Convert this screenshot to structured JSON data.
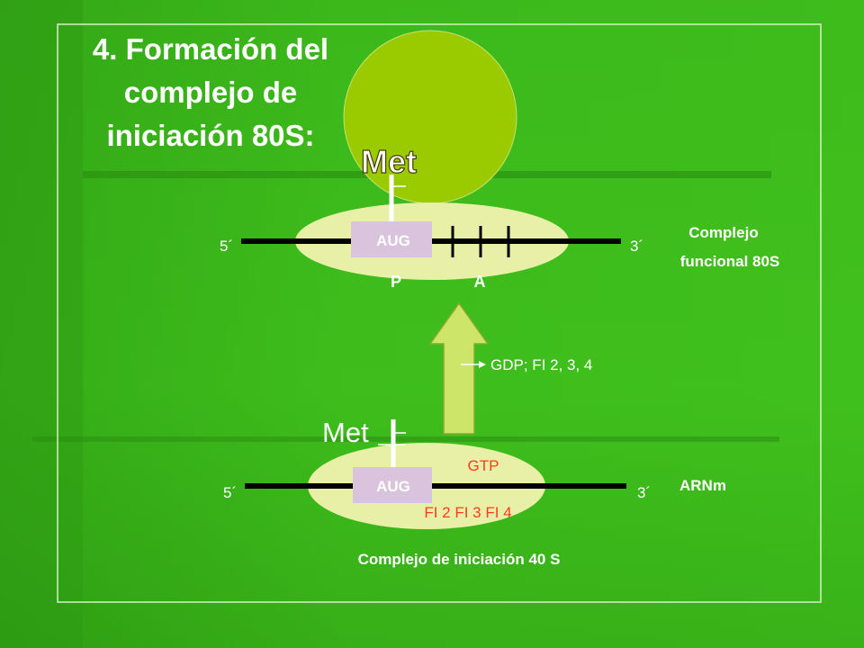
{
  "title_lines": [
    "4. Formación del",
    "complejo de",
    "iniciación 80S:"
  ],
  "top_complex": {
    "met": "Met",
    "codon": "AUG",
    "five_prime": "5´",
    "three_prime": "3´",
    "site_p": "P",
    "site_a": "A",
    "label_lines": [
      "Complejo",
      "funcional 80S"
    ]
  },
  "transition": {
    "released": "GDP; FI 2, 3, 4"
  },
  "bottom_complex": {
    "met": "Met",
    "codon": "AUG",
    "five_prime": "5´",
    "three_prime": "3´",
    "gtp": "GTP",
    "factors": "FI 2  FI 3  FI 4",
    "mrna_label": "ARNm",
    "caption": "Complejo de iniciación 40 S"
  },
  "colors": {
    "background": "#3cb81b",
    "large_subunit": "#9acb00",
    "small_subunit": "#e8f0a8",
    "codon_box": "#d9c3dd",
    "arrow_fill": "#cde66a",
    "title_text": "#ffffff",
    "factor_text": "#ff3b1a"
  }
}
